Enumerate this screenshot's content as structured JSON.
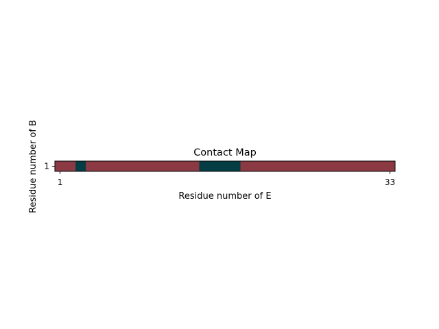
{
  "chart_data": {
    "type": "heatmap",
    "title": "Contact Map",
    "xlabel": "Residue number of E",
    "ylabel": "Residue number of B",
    "x_range": [
      1,
      33
    ],
    "x_ticks": [
      "1",
      "33"
    ],
    "y_ticks": [
      "1"
    ],
    "rows": [
      "1"
    ],
    "columns": [
      "1",
      "2",
      "3",
      "4",
      "5",
      "6",
      "7",
      "8",
      "9",
      "10",
      "11",
      "12",
      "13",
      "14",
      "15",
      "16",
      "17",
      "18",
      "19",
      "20",
      "21",
      "22",
      "23",
      "24",
      "25",
      "26",
      "27",
      "28",
      "29",
      "30",
      "31",
      "32",
      "33"
    ],
    "values": [
      [
        0,
        0,
        1,
        0,
        0,
        0,
        0,
        0,
        0,
        0,
        0,
        0,
        0,
        0,
        1,
        1,
        1,
        1,
        0,
        0,
        0,
        0,
        0,
        0,
        0,
        0,
        0,
        0,
        0,
        0,
        0,
        0,
        0
      ]
    ],
    "colors": {
      "no_contact": "#8b3a44",
      "contact": "#053d45"
    },
    "grid": false,
    "legend": "none"
  }
}
